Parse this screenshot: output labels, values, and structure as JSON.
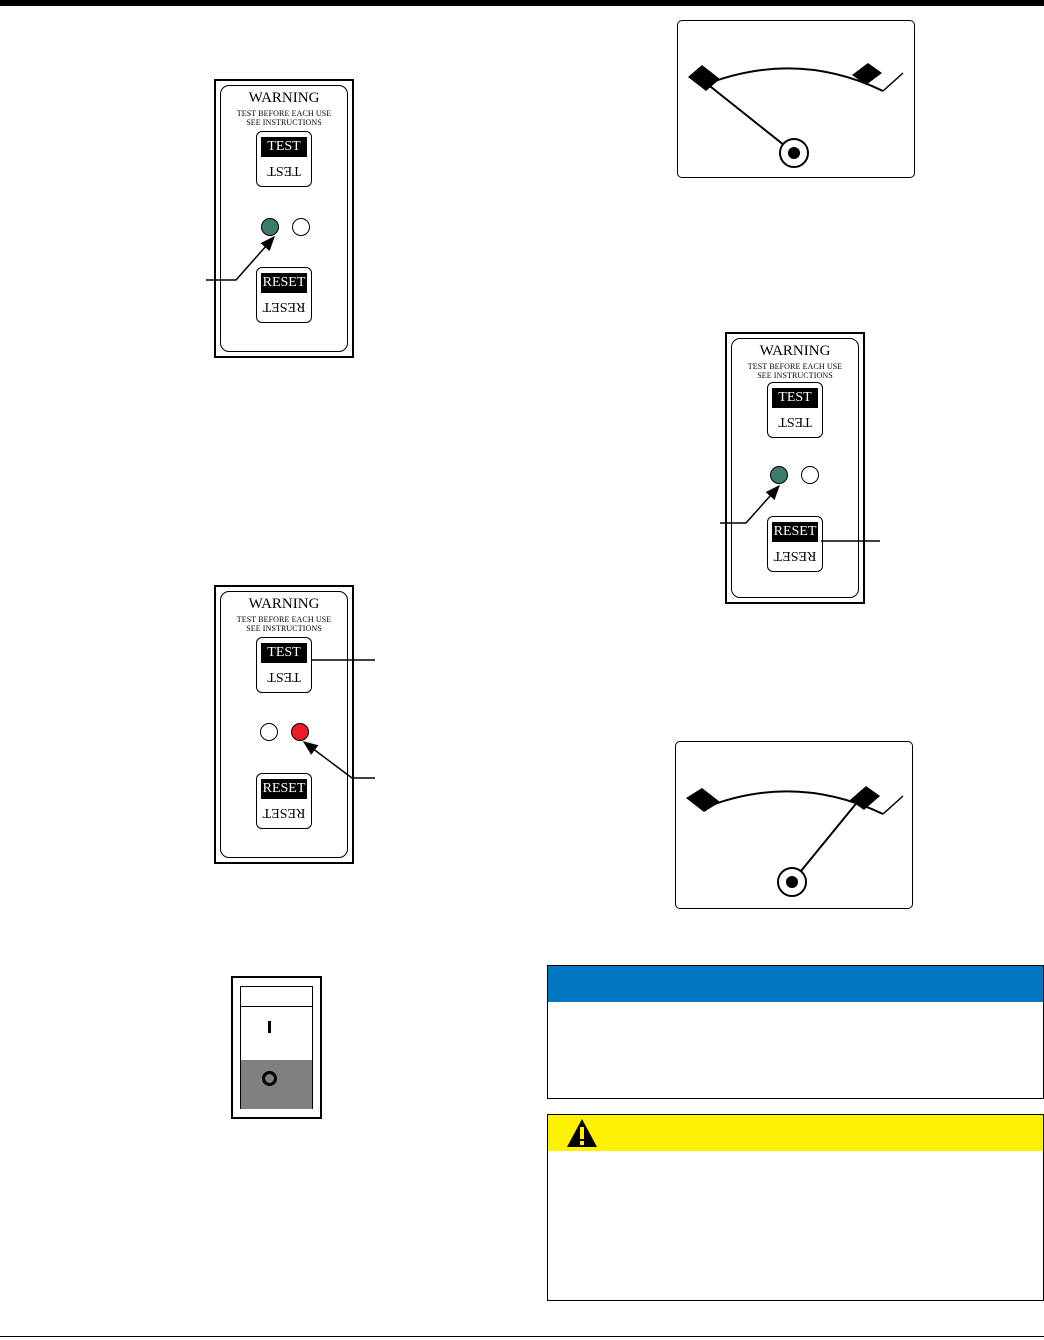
{
  "panel": {
    "warning_title": "WARNING",
    "warning_line1": "TEST BEFORE EACH USE",
    "warning_line2": "SEE INSTRUCTIONS",
    "test_label": "TEST",
    "reset_label": "RESET"
  },
  "colors": {
    "led_green": "#3d7b6e",
    "led_red": "#ed1c24",
    "led_off": "#ffffff",
    "notice_bar": "#0077c0",
    "caution_bar": "#fff200",
    "switch_off_fill": "#808080"
  },
  "gauges": [
    {
      "needle_position": "left",
      "description": "needle pointing to low end"
    },
    {
      "needle_position": "right",
      "description": "needle pointing to high end"
    }
  ],
  "switch": {
    "on_symbol": "I",
    "off_symbol": "O"
  },
  "icons": {
    "caution": "warning-triangle-icon"
  }
}
